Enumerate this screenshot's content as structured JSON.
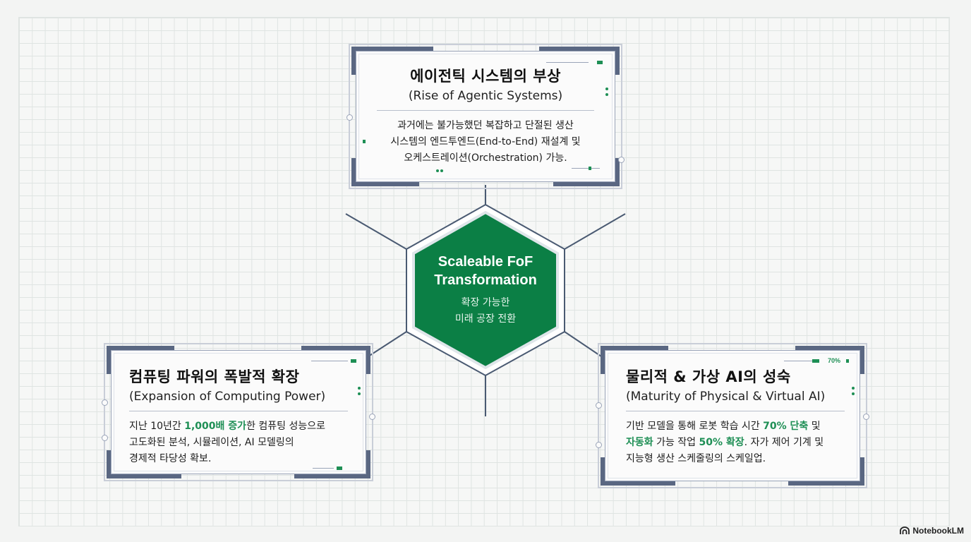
{
  "center": {
    "title_line1": "Scaleable FoF",
    "title_line2": "Transformation",
    "subtitle_line1": "확장 가능한",
    "subtitle_line2": "미래 공장 전환"
  },
  "cards": {
    "top": {
      "title_ko": "에이전틱 시스템의 부상",
      "title_en": "(Rise of Agentic Systems)",
      "body_line1": "과거에는 불가능했던 복잡하고 단절된 생산",
      "body_line2": "시스템의 엔드투엔드(End-to-End) 재설계 및",
      "body_line3": "오케스트레이션(Orchestration) 가능."
    },
    "left": {
      "title_ko": "컴퓨팅 파워의 폭발적 확장",
      "title_en": "(Expansion of Computing Power)",
      "body_line1_pre": "지난 10년간 ",
      "body_line1_hl": "1,000배 증가",
      "body_line1_post": "한 컴퓨팅 성능으로",
      "body_line2": "고도화된 분석, 시뮬레이션, AI 모델링의",
      "body_line3": "경제적 타당성 확보."
    },
    "right": {
      "title_ko": "물리적 & 가상 AI의 성숙",
      "title_en": "(Maturity of Physical & Virtual AI)",
      "body_line1_pre": "기반 모델을 통해 로봇 학습 시간 ",
      "body_line1_hl": "70% 단축",
      "body_line1_post": " 및",
      "body_line2_hl1": "자동화",
      "body_line2_mid": " 가능 작업 ",
      "body_line2_hl2": "50% 확장",
      "body_line2_post": ". 자가 제어 기계 및",
      "body_line3": "지능형 생산 스케줄링의 스케일업.",
      "corner_badge": "70%"
    }
  },
  "watermark": "NotebookLM",
  "colors": {
    "accent_green": "#1e8f55",
    "hex_fill": "#0b7f45",
    "frame_dark": "#5a6782",
    "grid_line": "#dfe4e2"
  }
}
